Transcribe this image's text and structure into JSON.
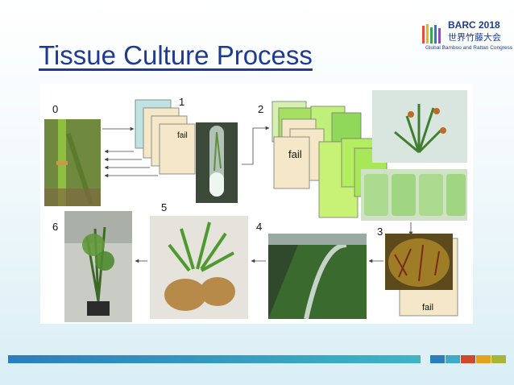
{
  "slide": {
    "title": "Tissue Culture Process"
  },
  "logo": {
    "name": "BARC 2018",
    "chinese": "世界竹藤大会",
    "subtitle": "Global Bamboo and Rattan Congress"
  },
  "diagram": {
    "step_labels": [
      "0",
      "1",
      "2",
      "3",
      "4",
      "5",
      "6"
    ],
    "fail_labels": [
      "fail",
      "fail",
      "fail"
    ]
  },
  "colors": {
    "title": "#1f3b8f",
    "bar": [
      "#2a7ec0",
      "#3fb5c4"
    ],
    "squares": [
      "#2a7ec0",
      "#3fa9c9",
      "#d04a2a",
      "#e3a21a",
      "#a9b536"
    ]
  }
}
